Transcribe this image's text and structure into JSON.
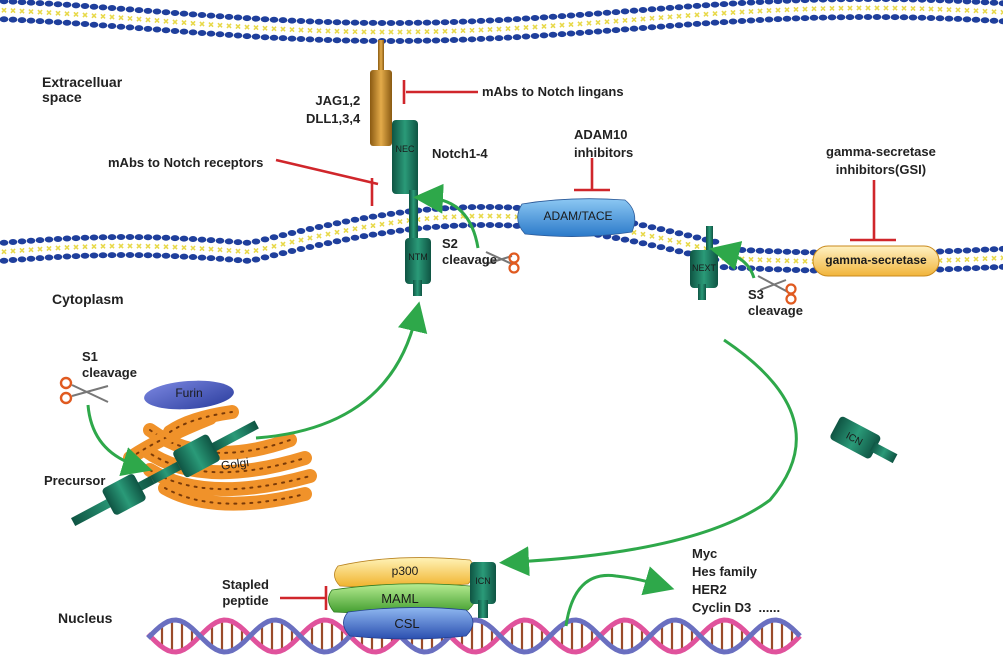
{
  "compartments": {
    "extracellular": "Extracelluar\nspace",
    "cytoplasm": "Cytoplasm",
    "nucleus": "Nucleus"
  },
  "ligand": {
    "label": "JAG1,2\nDLL1,3,4"
  },
  "receptor": {
    "label": "Notch1-4",
    "nec": "NEC",
    "ntm": "NTM",
    "next": "NEXT",
    "icn": "ICN"
  },
  "inhibitors": {
    "mabs_ligands": "mAbs to Notch lingans",
    "mabs_receptors": "mAbs to Notch receptors",
    "adam10": "ADAM10\ninhibitors",
    "gsi": "gamma-secretase\ninhibitors(GSI)",
    "stapled": "Stapled\npeptide"
  },
  "enzymes": {
    "adam": "ADAM/TACE",
    "gamma": "gamma-secretase",
    "furin": "Furin",
    "golgi": "Golgi"
  },
  "cleavage": {
    "s1": "S1\ncleavage",
    "s2": "S2\ncleavage",
    "s3": "S3\ncleavage"
  },
  "precursor": "Precursor",
  "complex": {
    "p300": "p300",
    "maml": "MAML",
    "csl": "CSL",
    "icn": "ICN"
  },
  "targets": "Myc\nHes family\nHER2\nCyclin D3  ......",
  "colors": {
    "membrane_head": "#1f3f9c",
    "membrane_tail": "#e8d94a",
    "notch": "#1e7a5e",
    "ligand": "#c8912b",
    "arrow": "#2ea84a",
    "inhibit": "#d0262b",
    "golgi": "#f0922a",
    "dna_pink": "#e0529c",
    "dna_blue": "#6a6fc0"
  }
}
